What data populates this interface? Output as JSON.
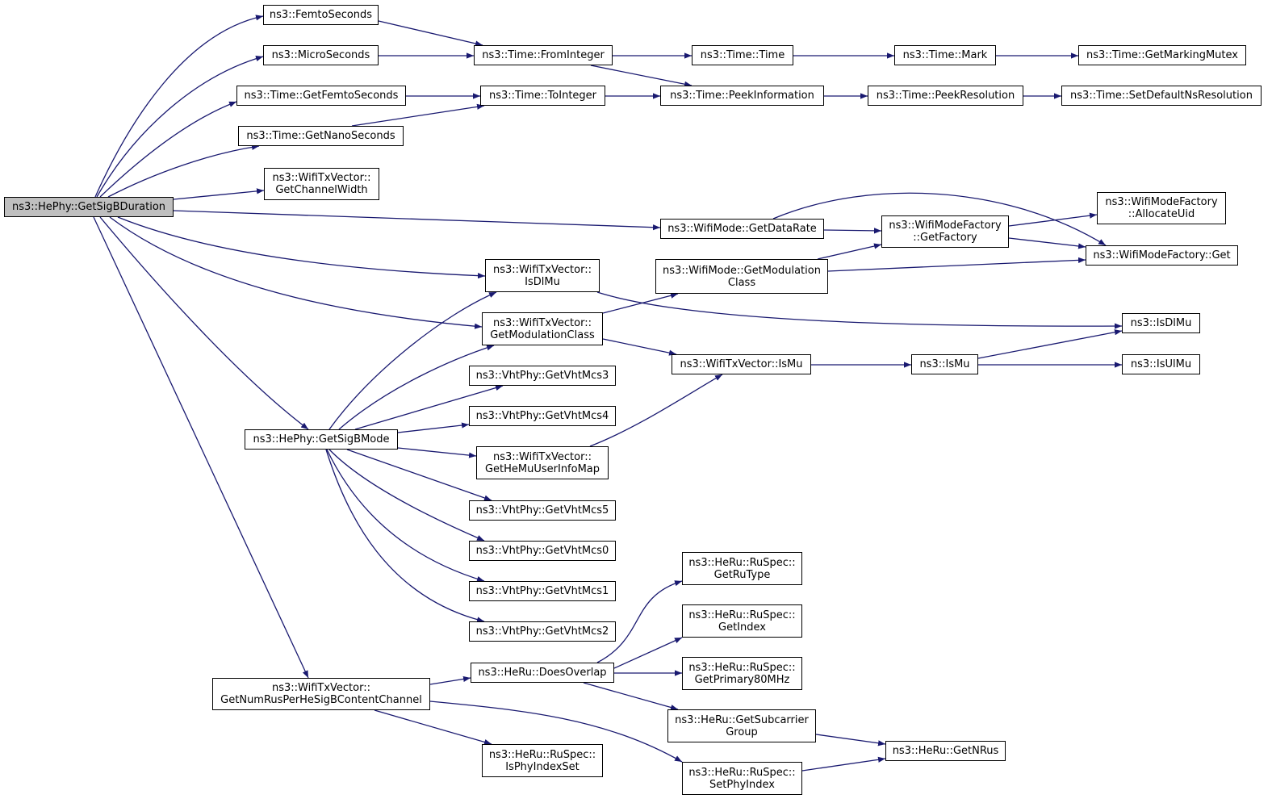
{
  "diagram": {
    "edge_color": "#191970",
    "root_fill": "#bfbfbf",
    "node_fill": "#ffffff",
    "nodes": [
      {
        "id": "getsigbduration",
        "lines": [
          "ns3::HePhy::GetSigBDuration"
        ],
        "root": true
      },
      {
        "id": "femtoseconds",
        "lines": [
          "ns3::FemtoSeconds"
        ]
      },
      {
        "id": "microseconds",
        "lines": [
          "ns3::MicroSeconds"
        ]
      },
      {
        "id": "getfemtoseconds",
        "lines": [
          "ns3::Time::GetFemtoSeconds"
        ]
      },
      {
        "id": "getnanoseconds",
        "lines": [
          "ns3::Time::GetNanoSeconds"
        ]
      },
      {
        "id": "getchannelwidth",
        "lines": [
          "ns3::WifiTxVector::",
          "GetChannelWidth"
        ]
      },
      {
        "id": "frominteger",
        "lines": [
          "ns3::Time::FromInteger"
        ]
      },
      {
        "id": "tointeger",
        "lines": [
          "ns3::Time::ToInteger"
        ]
      },
      {
        "id": "time",
        "lines": [
          "ns3::Time::Time"
        ]
      },
      {
        "id": "peekinformation",
        "lines": [
          "ns3::Time::PeekInformation"
        ]
      },
      {
        "id": "mark",
        "lines": [
          "ns3::Time::Mark"
        ]
      },
      {
        "id": "peekresolution",
        "lines": [
          "ns3::Time::PeekResolution"
        ]
      },
      {
        "id": "getmarkingmutex",
        "lines": [
          "ns3::Time::GetMarkingMutex"
        ]
      },
      {
        "id": "setdefaultnsresolution",
        "lines": [
          "ns3::Time::SetDefaultNsResolution"
        ]
      },
      {
        "id": "getdatarate",
        "lines": [
          "ns3::WifiMode::GetDataRate"
        ]
      },
      {
        "id": "getfactory",
        "lines": [
          "ns3::WifiModeFactory",
          "::GetFactory"
        ]
      },
      {
        "id": "allocateuid",
        "lines": [
          "ns3::WifiModeFactory",
          "::AllocateUid"
        ]
      },
      {
        "id": "factoryget",
        "lines": [
          "ns3::WifiModeFactory::Get"
        ]
      },
      {
        "id": "modegetmodulationclass",
        "lines": [
          "ns3::WifiMode::GetModulation",
          "Class"
        ]
      },
      {
        "id": "isdlmu",
        "lines": [
          "ns3::WifiTxVector::",
          "IsDlMu"
        ]
      },
      {
        "id": "txgetmodulationclass",
        "lines": [
          "ns3::WifiTxVector::",
          "GetModulationClass"
        ]
      },
      {
        "id": "nsisdlmu",
        "lines": [
          "ns3::IsDlMu"
        ]
      },
      {
        "id": "txismu",
        "lines": [
          "ns3::WifiTxVector::IsMu"
        ]
      },
      {
        "id": "nsismu",
        "lines": [
          "ns3::IsMu"
        ]
      },
      {
        "id": "nsisulmu",
        "lines": [
          "ns3::IsUlMu"
        ]
      },
      {
        "id": "getvhtmcs3",
        "lines": [
          "ns3::VhtPhy::GetVhtMcs3"
        ]
      },
      {
        "id": "getvhtmcs4",
        "lines": [
          "ns3::VhtPhy::GetVhtMcs4"
        ]
      },
      {
        "id": "getsigbmode",
        "lines": [
          "ns3::HePhy::GetSigBMode"
        ]
      },
      {
        "id": "gethemuuserinfomap",
        "lines": [
          "ns3::WifiTxVector::",
          "GetHeMuUserInfoMap"
        ]
      },
      {
        "id": "getvhtmcs5",
        "lines": [
          "ns3::VhtPhy::GetVhtMcs5"
        ]
      },
      {
        "id": "getvhtmcs0",
        "lines": [
          "ns3::VhtPhy::GetVhtMcs0"
        ]
      },
      {
        "id": "getvhtmcs1",
        "lines": [
          "ns3::VhtPhy::GetVhtMcs1"
        ]
      },
      {
        "id": "getvhtmcs2",
        "lines": [
          "ns3::VhtPhy::GetVhtMcs2"
        ]
      },
      {
        "id": "getrutype",
        "lines": [
          "ns3::HeRu::RuSpec::",
          "GetRuType"
        ]
      },
      {
        "id": "getindex",
        "lines": [
          "ns3::HeRu::RuSpec::",
          "GetIndex"
        ]
      },
      {
        "id": "doesoverlap",
        "lines": [
          "ns3::HeRu::DoesOverlap"
        ]
      },
      {
        "id": "getprimary80mhz",
        "lines": [
          "ns3::HeRu::RuSpec::",
          "GetPrimary80MHz"
        ]
      },
      {
        "id": "getnumrusperhesigbcontentchannel",
        "lines": [
          "ns3::WifiTxVector::",
          "GetNumRusPerHeSigBContentChannel"
        ]
      },
      {
        "id": "getsubcarriergroup",
        "lines": [
          "ns3::HeRu::GetSubcarrier",
          "Group"
        ]
      },
      {
        "id": "getnrus",
        "lines": [
          "ns3::HeRu::GetNRus"
        ]
      },
      {
        "id": "isphyindexset",
        "lines": [
          "ns3::HeRu::RuSpec::",
          "IsPhyIndexSet"
        ]
      },
      {
        "id": "setphyindex",
        "lines": [
          "ns3::HeRu::RuSpec::",
          "SetPhyIndex"
        ]
      }
    ],
    "edges": [
      [
        "getsigbduration",
        "femtoseconds"
      ],
      [
        "getsigbduration",
        "microseconds"
      ],
      [
        "getsigbduration",
        "getfemtoseconds"
      ],
      [
        "getsigbduration",
        "getnanoseconds"
      ],
      [
        "getsigbduration",
        "getchannelwidth"
      ],
      [
        "getsigbduration",
        "getdatarate"
      ],
      [
        "getsigbduration",
        "isdlmu"
      ],
      [
        "getsigbduration",
        "txgetmodulationclass"
      ],
      [
        "getsigbduration",
        "getsigbmode"
      ],
      [
        "getsigbduration",
        "getnumrusperhesigbcontentchannel"
      ],
      [
        "femtoseconds",
        "frominteger"
      ],
      [
        "microseconds",
        "frominteger"
      ],
      [
        "frominteger",
        "time"
      ],
      [
        "frominteger",
        "peekinformation"
      ],
      [
        "time",
        "mark"
      ],
      [
        "mark",
        "getmarkingmutex"
      ],
      [
        "getfemtoseconds",
        "tointeger"
      ],
      [
        "getnanoseconds",
        "tointeger"
      ],
      [
        "tointeger",
        "peekinformation"
      ],
      [
        "peekinformation",
        "peekresolution"
      ],
      [
        "peekresolution",
        "setdefaultnsresolution"
      ],
      [
        "getdatarate",
        "getfactory"
      ],
      [
        "getdatarate",
        "factoryget"
      ],
      [
        "getfactory",
        "allocateuid"
      ],
      [
        "getfactory",
        "factoryget"
      ],
      [
        "modegetmodulationclass",
        "getfactory"
      ],
      [
        "modegetmodulationclass",
        "factoryget"
      ],
      [
        "isdlmu",
        "nsisdlmu"
      ],
      [
        "txgetmodulationclass",
        "modegetmodulationclass"
      ],
      [
        "txgetmodulationclass",
        "txismu"
      ],
      [
        "txismu",
        "nsismu"
      ],
      [
        "nsismu",
        "nsisdlmu"
      ],
      [
        "nsismu",
        "nsisulmu"
      ],
      [
        "getsigbmode",
        "isdlmu"
      ],
      [
        "getsigbmode",
        "txgetmodulationclass"
      ],
      [
        "getsigbmode",
        "getvhtmcs3"
      ],
      [
        "getsigbmode",
        "getvhtmcs4"
      ],
      [
        "getsigbmode",
        "gethemuuserinfomap"
      ],
      [
        "getsigbmode",
        "getvhtmcs5"
      ],
      [
        "getsigbmode",
        "getvhtmcs0"
      ],
      [
        "getsigbmode",
        "getvhtmcs1"
      ],
      [
        "getsigbmode",
        "getvhtmcs2"
      ],
      [
        "gethemuuserinfomap",
        "txismu"
      ],
      [
        "getnumrusperhesigbcontentchannel",
        "doesoverlap"
      ],
      [
        "getnumrusperhesigbcontentchannel",
        "isphyindexset"
      ],
      [
        "getnumrusperhesigbcontentchannel",
        "setphyindex"
      ],
      [
        "doesoverlap",
        "getrutype"
      ],
      [
        "doesoverlap",
        "getindex"
      ],
      [
        "doesoverlap",
        "getprimary80mhz"
      ],
      [
        "doesoverlap",
        "getsubcarriergroup"
      ],
      [
        "getsubcarriergroup",
        "getnrus"
      ],
      [
        "setphyindex",
        "getnrus"
      ]
    ]
  }
}
